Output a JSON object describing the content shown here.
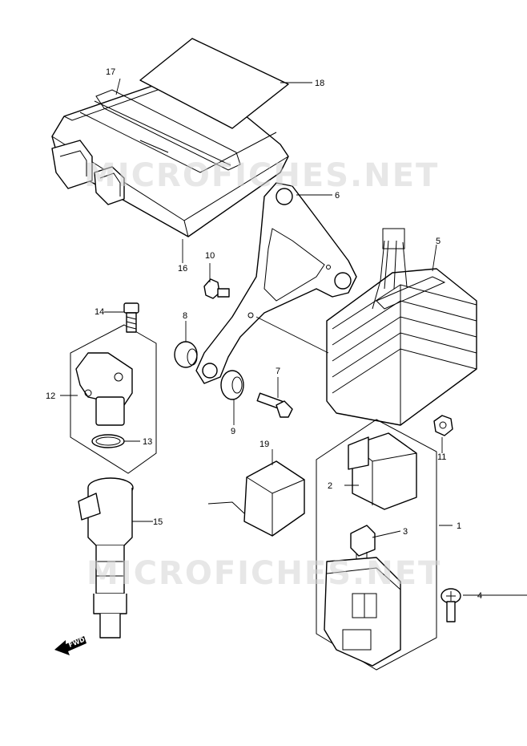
{
  "watermark": {
    "text": "MICROFICHES.NET"
  },
  "direction": {
    "label": "FWD"
  },
  "callouts": {
    "n1": "1",
    "n2": "2",
    "n3": "3",
    "n4": "4",
    "n5": "5",
    "n6": "6",
    "n7": "7",
    "n8": "8",
    "n9": "9",
    "n10": "10",
    "n11": "11",
    "n12": "12",
    "n13": "13",
    "n14": "14",
    "n15": "15",
    "n16": "16",
    "n17": "17",
    "n18": "18",
    "n19": "19"
  }
}
